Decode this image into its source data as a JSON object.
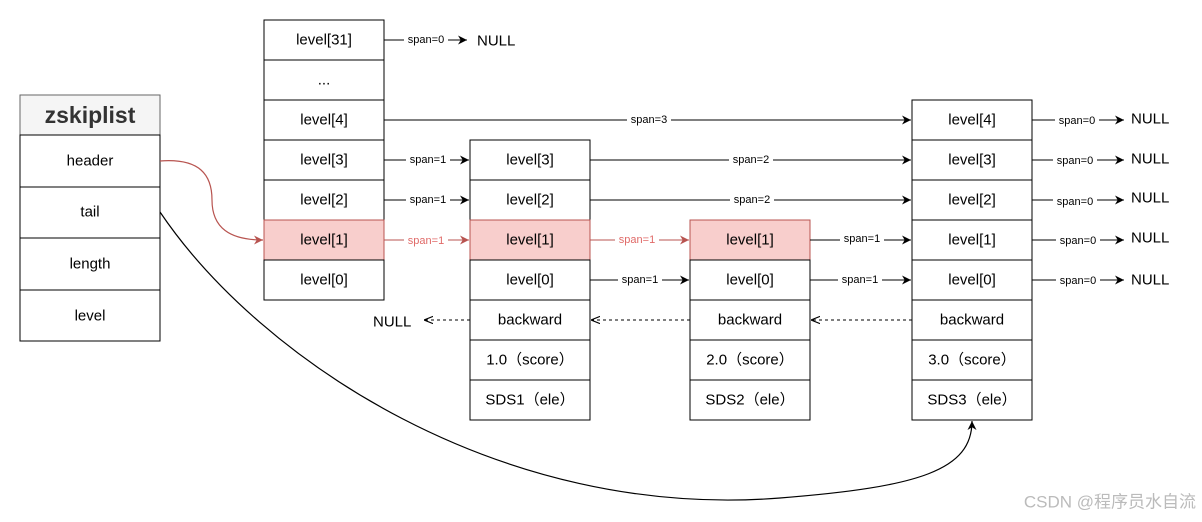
{
  "zskiplist": {
    "title": "zskiplist",
    "fields": [
      "header",
      "tail",
      "length",
      "level"
    ]
  },
  "header_node": {
    "levels": [
      "level[31]",
      "...",
      "level[4]",
      "level[3]",
      "level[2]",
      "level[1]",
      "level[0]"
    ],
    "highlight_level": "level[1]"
  },
  "nodes": [
    {
      "levels": [
        "level[3]",
        "level[2]",
        "level[1]",
        "level[0]"
      ],
      "backward": "backward",
      "score": "1.0（score）",
      "ele": "SDS1（ele）"
    },
    {
      "levels": [
        "level[1]",
        "level[0]"
      ],
      "backward": "backward",
      "score": "2.0（score）",
      "ele": "SDS2（ele）"
    },
    {
      "levels": [
        "level[4]",
        "level[3]",
        "level[2]",
        "level[1]",
        "level[0]"
      ],
      "backward": "backward",
      "score": "3.0（score）",
      "ele": "SDS3（ele）"
    }
  ],
  "spans": {
    "h31": "span=0",
    "h4": "span=3",
    "h3": "span=1",
    "h2": "span=1",
    "h1": "span=1",
    "n1_3": "span=2",
    "n1_2": "span=2",
    "n1_1": "span=1",
    "n1_0": "span=1",
    "n2_1": "span=1",
    "n2_0": "span=1",
    "n3_4": "span=0",
    "n3_3": "span=0",
    "n3_2": "span=0",
    "n3_1": "span=0",
    "n3_0": "span=0"
  },
  "null_label": "NULL",
  "colors": {
    "highlight_fill": "#f8cecc",
    "highlight_stroke": "#b85450",
    "red_arrow": "#b85450",
    "red_text": "#e06a68"
  },
  "watermark": "CSDN @程序员水自流"
}
